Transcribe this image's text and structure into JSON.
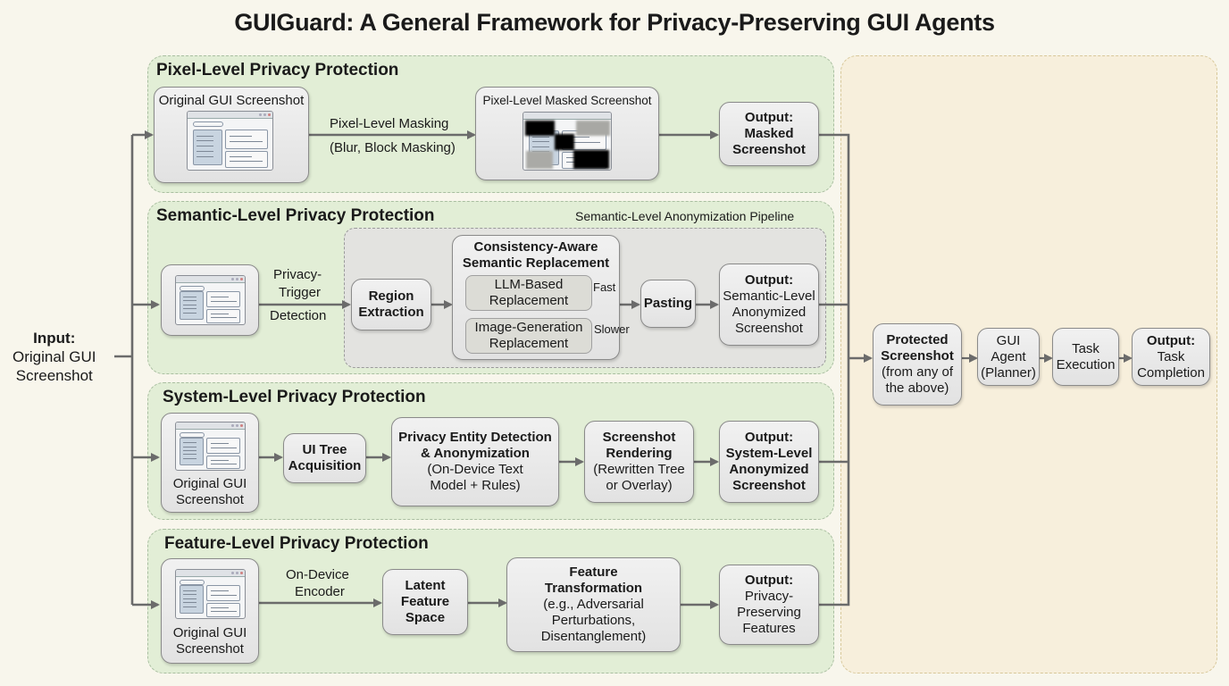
{
  "title": "GUIGuard: A General Framework for Privacy-Preserving GUI Agents",
  "input": {
    "label_bold": "Input:",
    "label_line1": "Original GUI",
    "label_line2": "Screenshot"
  },
  "pixel_level": {
    "panel_title": "Pixel-Level Privacy Protection",
    "original_box_label": "Original GUI Screenshot",
    "edge_label_line1": "Pixel-Level Masking",
    "edge_label_line2": "(Blur, Block Masking)",
    "masked_box_label": "Pixel-Level Masked Screenshot",
    "output": {
      "bold": "Output:",
      "line1": "Masked",
      "line2": "Screenshot"
    }
  },
  "semantic_level": {
    "panel_title": "Semantic-Level Privacy Protection",
    "pipeline_label": "Semantic-Level Anonymization Pipeline",
    "edge_label_line1": "Privacy-",
    "edge_label_line2": "Trigger",
    "edge_label_line3": "Detection",
    "region_extraction": {
      "line1": "Region",
      "line2": "Extraction"
    },
    "replacement": {
      "title_line1": "Consistency-Aware",
      "title_line2": "Semantic Replacement",
      "llm": {
        "line1": "LLM-Based",
        "line2": "Replacement",
        "speed": "Fast"
      },
      "imggen": {
        "line1": "Image-Generation",
        "line2": "Replacement",
        "speed": "Slower"
      }
    },
    "pasting": "Pasting",
    "output": {
      "bold": "Output:",
      "line1": "Semantic-Level",
      "line2": "Anonymized",
      "line3": "Screenshot"
    }
  },
  "system_level": {
    "panel_title": "System-Level Privacy Protection",
    "original_box": {
      "line1": "Original GUI",
      "line2": "Screenshot"
    },
    "ui_tree": {
      "line1": "UI Tree",
      "line2": "Acquisition"
    },
    "entity_detection": {
      "bold1": "Privacy Entity Detection",
      "bold2": "& Anonymization",
      "line1": "(On-Device Text",
      "line2": "Model + Rules)"
    },
    "rendering": {
      "bold1": "Screenshot",
      "bold2": "Rendering",
      "line1": "(Rewritten Tree",
      "line2": "or Overlay)"
    },
    "output": {
      "bold": "Output:",
      "line1": "System-Level",
      "line2": "Anonymized",
      "line3": "Screenshot"
    }
  },
  "feature_level": {
    "panel_title": "Feature-Level Privacy Protection",
    "original_box": {
      "line1": "Original GUI",
      "line2": "Screenshot"
    },
    "edge_label_line1": "On-Device",
    "edge_label_line2": "Encoder",
    "latent": {
      "line1": "Latent",
      "line2": "Feature",
      "line3": "Space"
    },
    "transformation": {
      "bold1": "Feature",
      "bold2": "Transformation",
      "line1": "(e.g., Adversarial",
      "line2": "Perturbations,",
      "line3": "Disentanglement)"
    },
    "output": {
      "bold": "Output:",
      "line1": "Privacy-",
      "line2": "Preserving",
      "line3": "Features"
    }
  },
  "agent_pipeline": {
    "protected": {
      "bold1": "Protected",
      "bold2": "Screenshot",
      "line1": "(from any of",
      "line2": "the above)"
    },
    "agent": {
      "line1": "GUI",
      "line2": "Agent",
      "line3": "(Planner)"
    },
    "execution": {
      "line1": "Task",
      "line2": "Execution"
    },
    "output": {
      "bold": "Output:",
      "line1": "Task",
      "line2": "Completion"
    }
  },
  "colors": {
    "panel_green": "#e2eed6",
    "panel_tan": "#f7efdc",
    "arrow_gray": "#6b6b6b",
    "box_gray": "#e8e8e8"
  }
}
